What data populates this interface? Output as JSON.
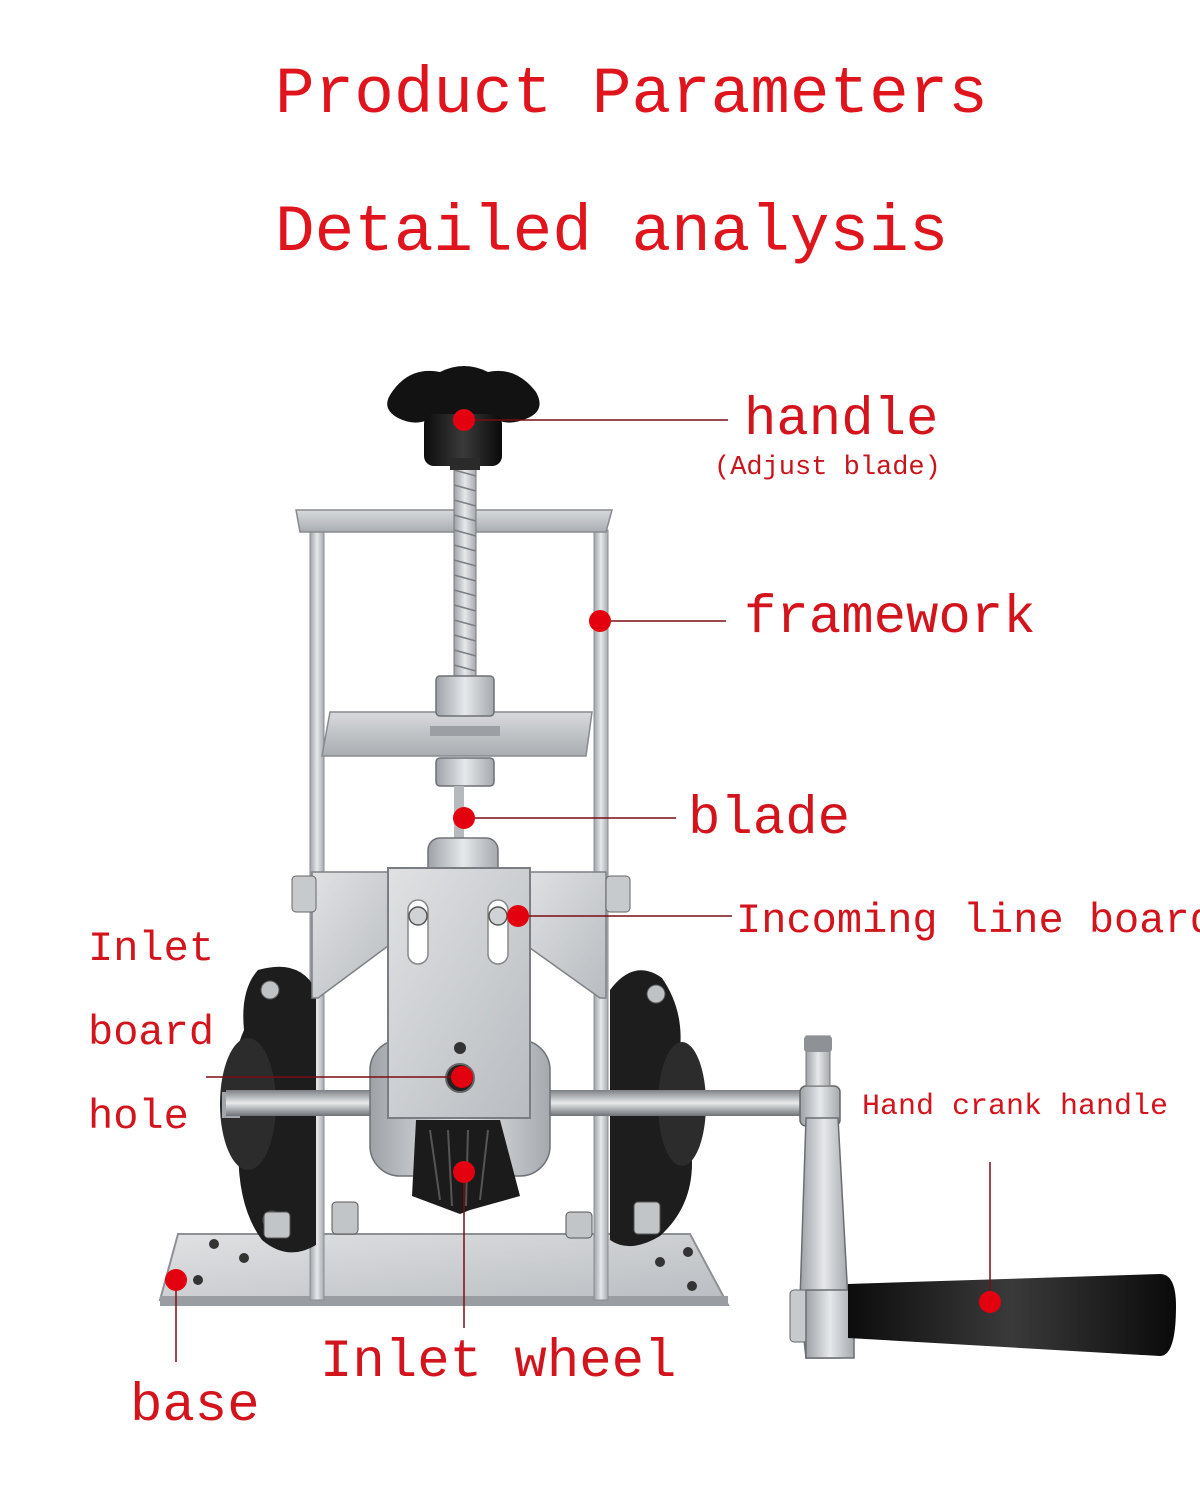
{
  "header": {
    "title_line1": "Product Parameters",
    "title_line2": "Detailed analysis"
  },
  "labels": {
    "handle": "handle",
    "handle_note": "(Adjust blade)",
    "framework": "framework",
    "blade": "blade",
    "incoming_line_board": "Incoming line board",
    "inlet_board_hole_line1": "Inlet",
    "inlet_board_hole_line2": "board",
    "inlet_board_hole_line3": "hole",
    "hand_crank_handle": "Hand crank handle",
    "inlet_wheel": "Inlet wheel",
    "base": "base"
  },
  "colors": {
    "accent": "#e0141c",
    "marker": "#e3000f",
    "leader_line": "#8a0a10",
    "metal": "#c9ccd0",
    "dark_part": "#1c1c1c"
  }
}
